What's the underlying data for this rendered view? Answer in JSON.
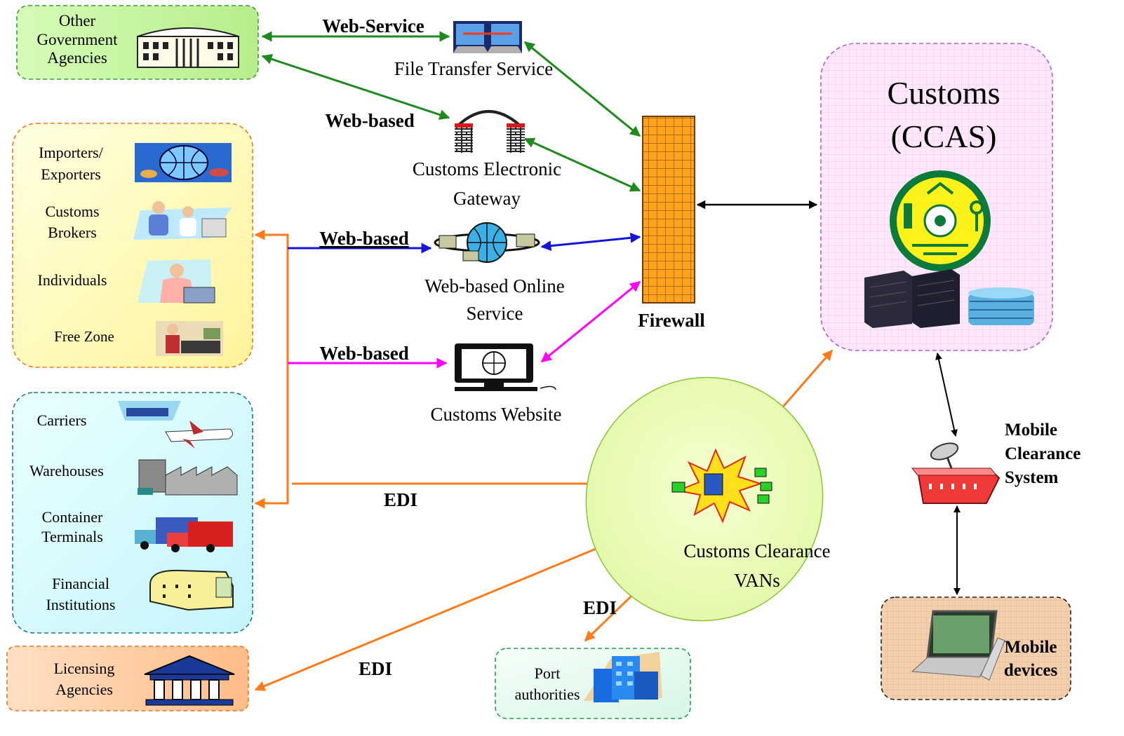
{
  "other_gov": [
    "Other",
    "Government",
    "Agencies"
  ],
  "traders": {
    "importers": [
      "Importers/",
      "Exporters"
    ],
    "brokers": [
      "Customs",
      "Brokers"
    ],
    "individuals": "Individuals",
    "free_zone": "Free Zone"
  },
  "logistics": {
    "carriers": "Carriers",
    "warehouses": "Warehouses",
    "container": [
      "Container",
      "Terminals"
    ],
    "financial": [
      "Financial",
      "Institutions"
    ]
  },
  "licensing": [
    "Licensing",
    "Agencies"
  ],
  "port": [
    "Port",
    "authorities"
  ],
  "services": {
    "file_transfer": "File Transfer Service",
    "gateway": [
      "Customs Electronic",
      "Gateway"
    ],
    "online": [
      "Web-based Online",
      "Service"
    ],
    "website": "Customs Website"
  },
  "links": {
    "web_service": "Web-Service",
    "web_based_1": "Web-based",
    "web_based_2": "Web-based",
    "web_based_3": "Web-based",
    "edi_1": "EDI",
    "edi_2": "EDI",
    "edi_3": "EDI"
  },
  "firewall": "Firewall",
  "customs": [
    "Customs",
    "(CCAS)"
  ],
  "vans": [
    "Customs Clearance",
    "VANs"
  ],
  "mobile_system": [
    "Mobile",
    "Clearance",
    "System"
  ],
  "mobile_devices": [
    "Mobile",
    "devices"
  ],
  "colors": {
    "green": "#1e8a1e",
    "blue": "#0000ee",
    "magenta": "#ff00ff",
    "orange": "#ff7a1a",
    "red": "#ff1a1a",
    "edi_brown": "#a0400a"
  }
}
